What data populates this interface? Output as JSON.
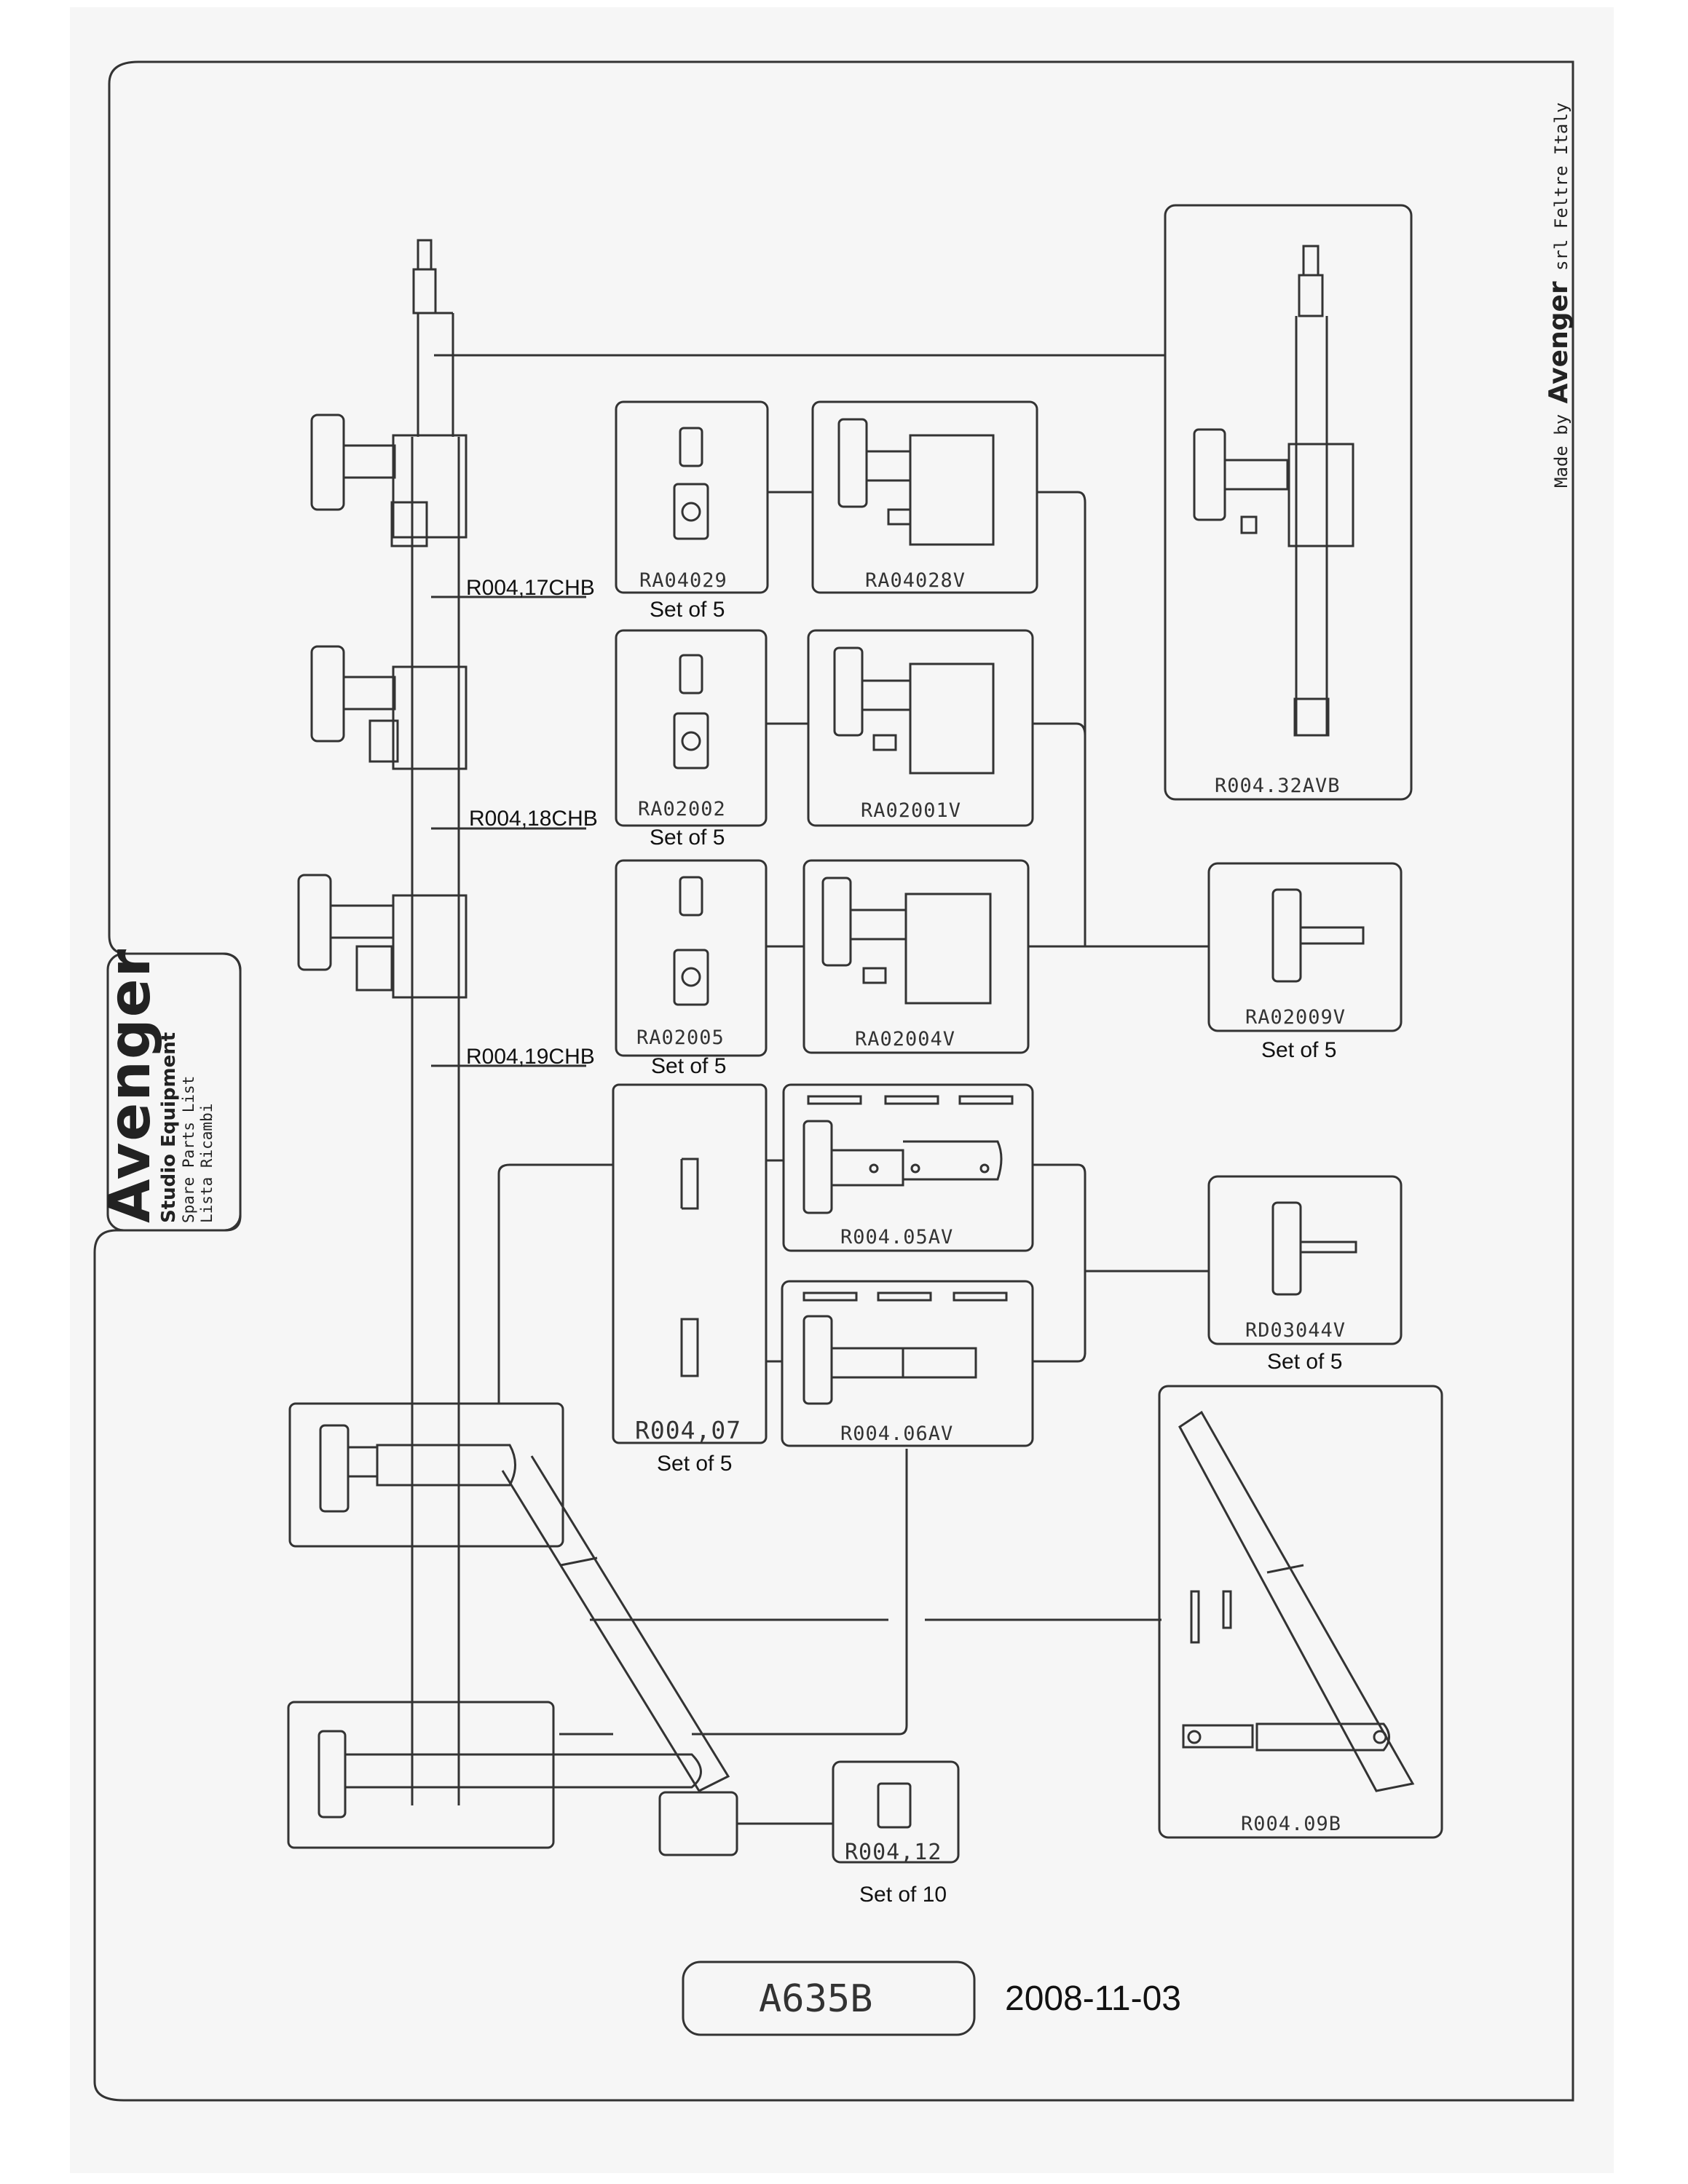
{
  "brand": {
    "name": "Avenger",
    "line1": "Studio Equipment",
    "line2": "Spare Parts List",
    "line3": "Lista Ricambi"
  },
  "maker": {
    "prefix": "Made by",
    "name": "Avenger",
    "suffix": "srl Feltre Italy"
  },
  "column_parts": {
    "section1": "R004,17CHB",
    "section2": "R004,18CHB",
    "section3": "R004,19CHB"
  },
  "parts": {
    "ra04029": {
      "code": "RA04029",
      "note": "Set of 5"
    },
    "ra04028v": {
      "code": "RA04028V"
    },
    "ra02002": {
      "code": "RA02002",
      "note": "Set of 5"
    },
    "ra02001v": {
      "code": "RA02001V"
    },
    "ra02005": {
      "code": "RA02005",
      "note": "Set of 5"
    },
    "ra02004v": {
      "code": "RA02004V"
    },
    "r00432avb": {
      "code": "R004.32AVB"
    },
    "ra02009v": {
      "code": "RA02009V",
      "note": "Set of 5"
    },
    "r00405av": {
      "code": "R004.05AV"
    },
    "r00406av": {
      "code": "R004.06AV"
    },
    "r00407": {
      "code": "R004,07",
      "note": "Set of 5"
    },
    "rd03044v": {
      "code": "RD03044V",
      "note": "Set of 5"
    },
    "r00409b": {
      "code": "R004.09B"
    },
    "r00412": {
      "code": "R004,12",
      "note": "Set of 10"
    }
  },
  "footer": {
    "model": "A635B",
    "date": "2008-11-03"
  }
}
